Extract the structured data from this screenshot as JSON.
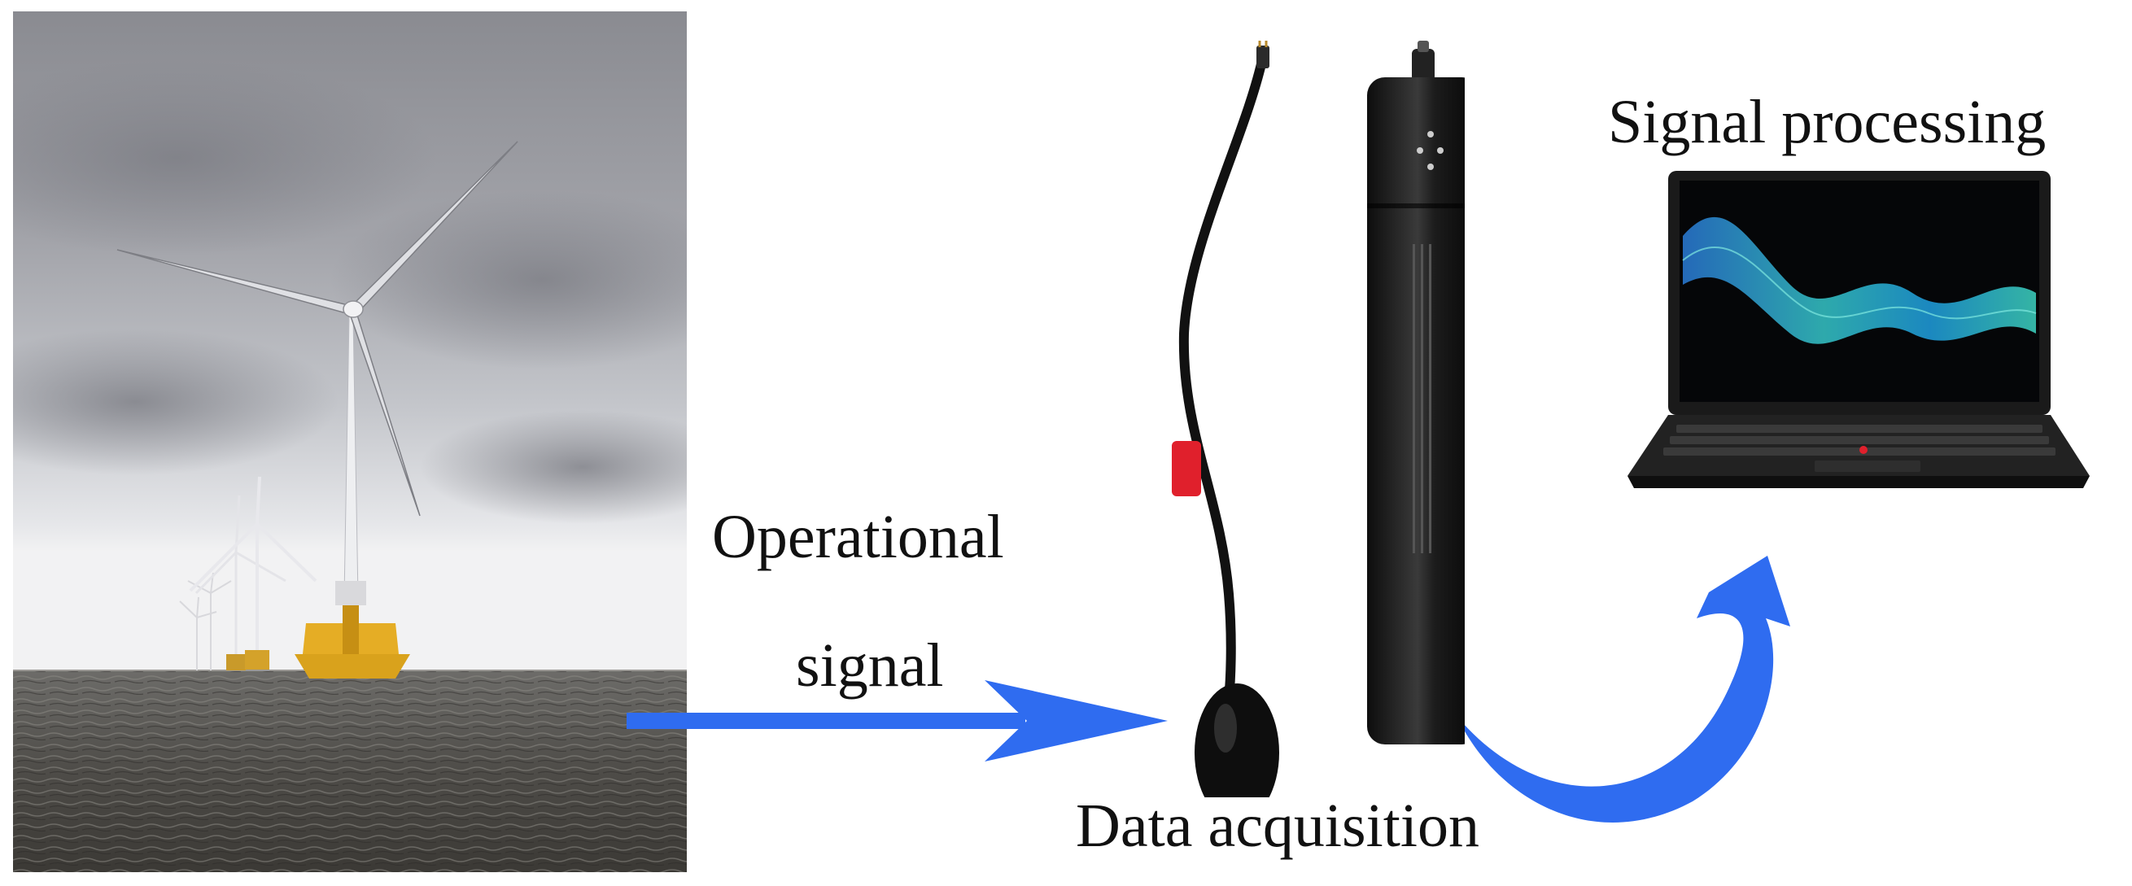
{
  "labels": {
    "input_line1": "Operational",
    "input_line2": "signal",
    "acquisition": "Data acquisition",
    "processing": "Signal processing"
  },
  "colors": {
    "arrow_blue": "#2f6cf0",
    "text": "#111111",
    "cable_tag_red": "#e0202c",
    "turbine_base_yellow": "#e0a21a",
    "laptop_body": "#1a1a1a"
  },
  "icons": {
    "photo": "offshore-wind-turbines-photo",
    "device": "hydrophone-recorder",
    "laptop": "laptop-icon"
  }
}
